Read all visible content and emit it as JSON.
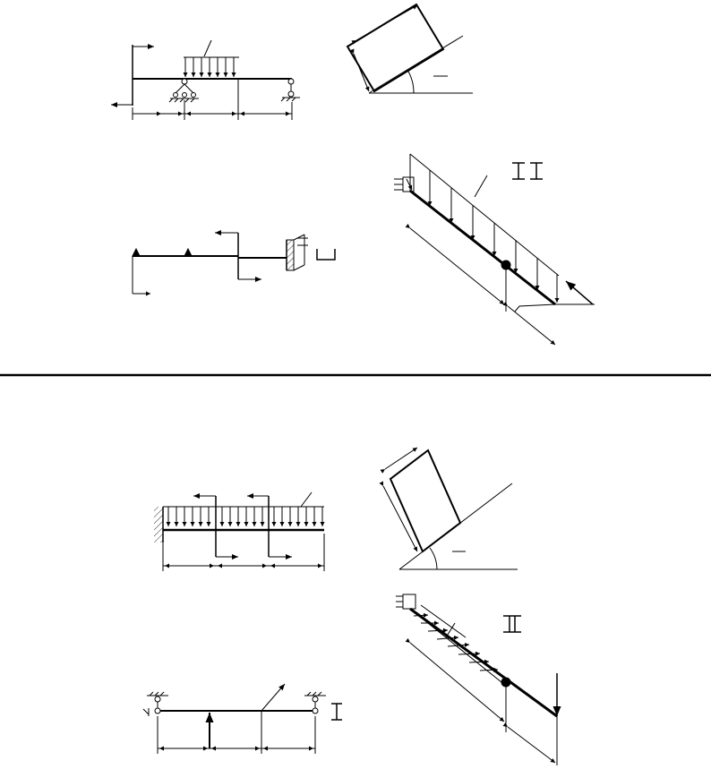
{
  "page": {
    "background": "#ffffff",
    "ink": "#000000"
  },
  "figures": [
    {
      "id": "top-overhang-beam",
      "label": ""
    },
    {
      "id": "top-block-incline",
      "label": ""
    },
    {
      "id": "top-cantilever-beam",
      "label": ""
    },
    {
      "id": "top-inclined-beam-vertical-load",
      "label": ""
    },
    {
      "id": "bottom-cantilever-udl-beam",
      "label": ""
    },
    {
      "id": "bottom-block-incline",
      "label": ""
    },
    {
      "id": "bottom-simply-supported-beam",
      "label": ""
    },
    {
      "id": "bottom-inclined-beam-normal-load",
      "label": ""
    }
  ],
  "section_divider": {
    "visible": true
  }
}
